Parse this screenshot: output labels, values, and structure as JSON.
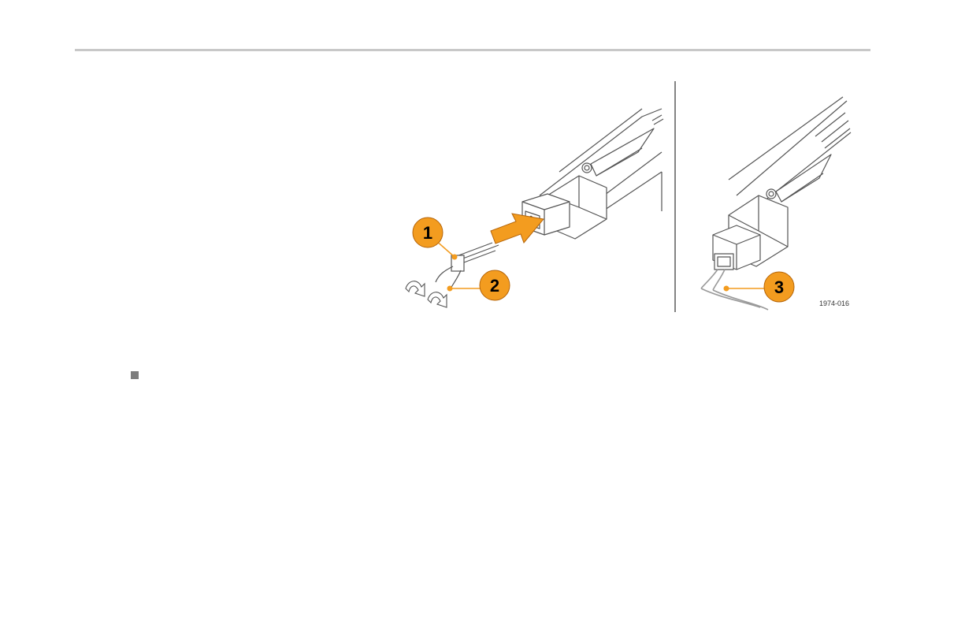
{
  "callouts": [
    {
      "label": "1"
    },
    {
      "label": "2"
    },
    {
      "label": "3"
    }
  ],
  "figure": {
    "id": "1974-016"
  },
  "colors": {
    "callout_fill": "#f39c1f",
    "callout_stroke": "#b5650a",
    "rule": "#c8c8c8",
    "line_art": "#555555",
    "end_marker": "#7d7d7d"
  }
}
